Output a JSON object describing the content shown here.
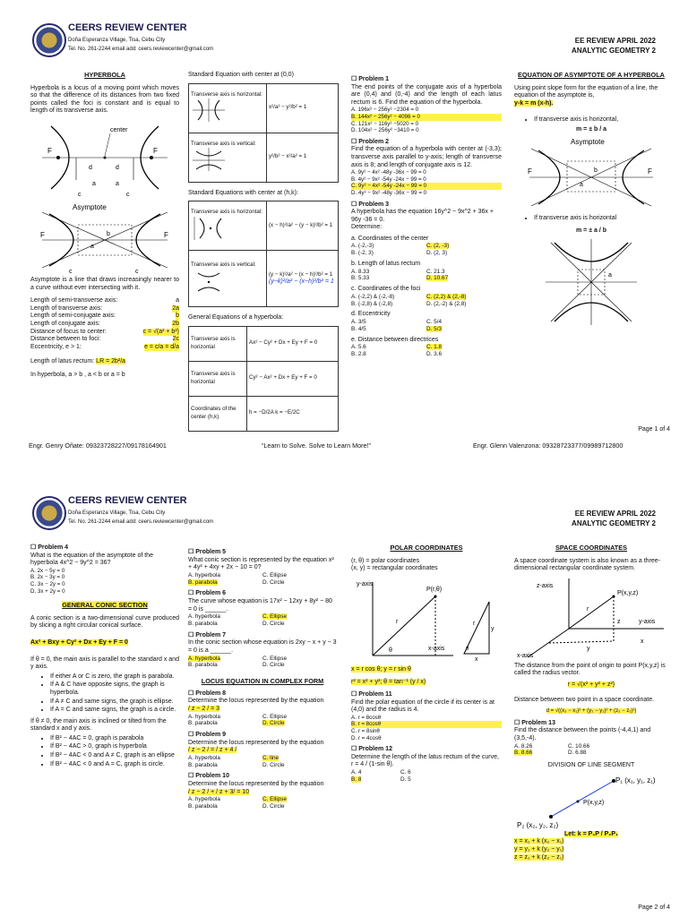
{
  "header": {
    "org": "CEERS REVIEW CENTER",
    "address": "Doña Esperanza Village, Tisa, Cebu City",
    "contact": "Tel. No. 261-2244       email add: ceers.reviewcenter@gmail.com",
    "review_title": "EE REVIEW APRIL 2022",
    "subject_title": "ANALYTIC GEOMETRY 2"
  },
  "footer": {
    "left": "Engr. Genry Oñate: 09323728227/09178164901",
    "middle": "“Learn to Solve. Solve to Learn More!”",
    "right": "Engr. Glenn Valenzona: 09328723377/09989712800",
    "page1": "Page 1 of 4",
    "page2": "Page 2 of 4"
  },
  "p1": {
    "hyperbola_title": "HYPERBOLA",
    "hyperbola_def": "Hyperbola is a locus of a moving point which moves so that the difference of its distances from two fixed points called the foci is constant and is equal to length of its transverse axis.",
    "center_label": "center",
    "asymptote_label": "Asymptote",
    "asymptote_def": "Asymptote is a line that draws increasingly nearer to a curve without ever intersecting with it.",
    "props": [
      {
        "k": "Length of semi-transverse axis:",
        "v": "a"
      },
      {
        "k": "Length of transverse axis:",
        "v": "2a"
      },
      {
        "k": "Length of semi-conjugate axis:",
        "v": "b"
      },
      {
        "k": "Length of conjugate axis:",
        "v": "2b"
      },
      {
        "k": "Distance of focus to center:",
        "v": "c = √(a² + b²)"
      },
      {
        "k": "Distance between to foci:",
        "v": "2c"
      },
      {
        "k": "Eccentricity, e > 1:",
        "v": "e = c/a = d/a"
      }
    ],
    "latus_label": "Length of latus rectum:",
    "latus_formula": "LR = 2b²/a",
    "ineq": "In hyperbola, a > b , a < b or a = b",
    "std_center_title": "Standard Equation with center at (0,0)",
    "horiz_label": "Transverse axis is horizontal:",
    "vert_label": "Transverse axis is vertical:",
    "eq1": "x²/a² − y²/b² = 1",
    "eq2": "y²/b² − x²/a² = 1",
    "std_hk_title": "Standard Equations with center at (h,k):",
    "eq3": "(x − h)²/a² − (y − k)²/b² = 1",
    "eq4": "(y − k)²/a² − (x − h)²/b² = 1",
    "handwritten": "(y−k)²/a² − (x−h)²/b² = 1",
    "general_title": "General Equations of a hyperbola:",
    "gen_rows": [
      {
        "k": "Transverse axis is horizontal",
        "v": "Ax² − Cy² + Dx + Ey + F = 0"
      },
      {
        "k": "Transverse axis is horizontal",
        "v": "Cy² − Ax² + Dx + Ey + F = 0"
      },
      {
        "k": "Coordinates of the center (h,k)",
        "v": "h = −D/2A      k = −E/2C"
      }
    ],
    "prob1": {
      "title": "Problem 1",
      "text": "The end points of the conjugate axis of a hyperbola are (0,4) and (0,-4) and the length of each latus rectum is 6. Find the equation of the hyperbola.",
      "opts": [
        "A. 196x² − 256y² −2304 = 0",
        "B. 144x² − 256y² − 4096 = 0",
        "C. 121x² − 116y² −5020 = 0",
        "D. 104x² − 256y² −3410 = 0"
      ]
    },
    "prob2": {
      "title": "Problem 2",
      "text": "Find the equation of a hyperbola with center at (-3,3); transverse axis parallel to y-axis; length of transverse axis is 8; and length of conjugate axis is 12.",
      "opts": [
        "A. 9y² − 4x² -48y -36x − 99 = 0",
        "B. 4y² − 9x² -54y -24x − 99 = 0",
        "C. 9y² − 4x² -54y -24x − 99 = 0",
        "D. 4y² − 9x² -48y -36x − 99 = 0"
      ]
    },
    "prob3": {
      "title": "Problem 3",
      "text": "A hyperbola has the equation 16y^2 − 9x^2 + 36x + 96y -36 = 0.",
      "determine": "Determine:",
      "a_label": "a. Coordinates of the center",
      "a_opts": [
        "A. (-2,-3)",
        "C. (2, -3)",
        "B. (-2, 3)",
        "D. (2, 3)"
      ],
      "b_label": "b. Length of latus rectum",
      "b_opts": [
        "A. 8.33",
        "C. 21.3",
        "B. 5.33",
        "D. 10.67"
      ],
      "c_label": "c. Coordinates of the foci",
      "c_opts": [
        "A. (-2,2) & (-2,-8)",
        "C. (2,2) & (2,-8)",
        "B. (-2,8) & (-2,8)",
        "D. (2,-2) & (2,8)"
      ],
      "d_label": "d. Eccentricity",
      "d_opts": [
        "A. 3/5",
        "C. 5/4",
        "B. 4/5",
        "D. 5/3"
      ],
      "e_label": "e. Distance between directrices",
      "e_opts": [
        "A. 5.6",
        "C. 1.8",
        "B. 2.8",
        "D. 3.6"
      ]
    },
    "asym_title": "EQUATION OF ASYMPTOTE OF A HYPERBOLA",
    "asym_text": "Using point slope form for the equation of a line, the equation of the asymptote is,",
    "asym_eq": "y-k = m (x-h).",
    "bullet_h": "If transverse axis is horizontal,",
    "m_h": "m = ± b / a",
    "bullet_v": "If transverse axis is horizontal",
    "m_v": "m = ± a / b"
  },
  "p2": {
    "prob4": {
      "title": "Problem 4",
      "text": "What is the equation of the asymptote of the hyperbola 4x^2 − 9y^2 = 36?",
      "opts": [
        "A. 2x − 5y = 0",
        "B. 2x − 3y = 0",
        "C. 3x − 2y = 0",
        "D. 3x + 2y = 0"
      ]
    },
    "gcs_title": "GENERAL CONIC SECTION",
    "gcs_def": "A conic section is a two-dimensional curve produced by slicing a right circular conical surface.",
    "gcs_eq": "Ax² + Bxy + Cy² + Dx + Ey + F = 0",
    "theta0": "If θ = 0, the main axis is parallel to the standard x and y axis.",
    "b0_list": [
      "If either A or C is zero, the graph is parabola.",
      "If A & C have opposite signs, the graph is hyperbola.",
      "If A ≠ C and same signs, the graph is ellipse.",
      "If A = C and same signs, the graph is a circle."
    ],
    "thetan": "If θ ≠ 0, the main axis is inclined or tilted from the standard x and y axis.",
    "bn_list": [
      "If B² − 4AC = 0, graph is parabola",
      "If B² − 4AC > 0, graph is hyperbola",
      "If B² − 4AC < 0 and A ≠ C, graph is an ellipse",
      "If B² − 4AC < 0 and A = C, graph is circle."
    ],
    "prob5": {
      "title": "Problem 5",
      "text": "What conic section is represented by the equation x² + 4y² + 4xy + 2x − 10 = 0?",
      "opts": [
        "A. hyperbola",
        "C. Ellipse",
        "B. parabola",
        "D. Circle"
      ]
    },
    "prob6": {
      "title": "Problem 6",
      "text": "The curve whose equation is 17x² − 12xy + 8y² − 80 = 0 is ______.",
      "opts": [
        "A. hyperbola",
        "C. Ellipse",
        "B. parabola",
        "D. Circle"
      ]
    },
    "prob7": {
      "title": "Problem 7",
      "text": "In the conic section whose equation is 2xy − x + y − 3 = 0 is a ______.",
      "opts": [
        "A. hyperbola",
        "C. Ellipse",
        "B. parabola",
        "D. Circle"
      ]
    },
    "locus_title": "LOCUS EQUATION IN COMPLEX FORM",
    "prob8": {
      "title": "Problem 8",
      "text": "Determine the locus represented by the equation",
      "eq": "/ z − 2 / = 3",
      "opts": [
        "A. hyperbola",
        "C. Ellipse",
        "B. parabola",
        "D. Circle"
      ]
    },
    "prob9": {
      "title": "Problem 9",
      "text": "Determine the locus represented by the equation",
      "eq": "/ z − 2 / = / z + 4 /",
      "opts": [
        "A. hyperbola",
        "C. line",
        "B. parabola",
        "D. Circle"
      ]
    },
    "prob10": {
      "title": "Problem 10",
      "text": "Determine the locus represented by the equation",
      "eq": "/ z − 2 / + / z + 3/ = 10",
      "opts": [
        "A. hyperbola",
        "C. Ellipse",
        "B. parabola",
        "D. Circle"
      ]
    },
    "polar_title": "POLAR COORDINATES",
    "polar_def1": "(r, θ) = polar coordinates",
    "polar_def2": "(x, y) = rectangular coordinates",
    "polar_conv1": "x = r cos θ; y = r sin θ",
    "polar_conv2": "r² = x² + y²; θ = tan⁻¹ (y / x)",
    "polar_point": "P(r,θ)",
    "yaxis": "y-axis",
    "xaxis": "x-axis",
    "prob11": {
      "title": "Problem 11",
      "text": "Find the polar equation of the circle if its center is at (4,0) and the radius is 4.",
      "opts": [
        "A. r = 8cosθ",
        "B. r = 8cosθ",
        "C. r = 8sinθ",
        "D. r = 4cosθ"
      ]
    },
    "prob12": {
      "title": "Problem 12",
      "text": "Determine the length of the latus rectum of the curve, r = 4 / (1-sin θ).",
      "opts": [
        "A. 4",
        "C. 6",
        "B. 8",
        "D. 5"
      ]
    },
    "space_title": "SPACE COORDINATES",
    "space_def": "A space coordinate system is also known as a three-dimensional rectangular coordinate system.",
    "space_point": "P(x,y,z)",
    "zaxis": "z-axis",
    "radius_text": "The distance from the point of origin to point P(x,y,z) is called the radius vector.",
    "radius_eq": "r = √(x² + y² + z²)",
    "dist_text": "Distance between two point in a space coordinate.",
    "dist_eq": "d = √((x₂ − x₁)² + (y₂ − y₁)² + (z₂ − z₁)²)",
    "prob13": {
      "title": "Problem 13",
      "text": "Find the distance between the points (-4,4,1) and (3,5,-4).",
      "opts": [
        "A. 8.26",
        "C. 10.66",
        "B. 8.66",
        "D. 6.88"
      ]
    },
    "division_title": "DIVISION OF LINE SEGMENT",
    "p1_label": "P₁ (x₁, y₁, z₁)",
    "p2_label": "P₂ (x₂, y₂, z₂)",
    "p_label": "P(x,y,z)",
    "let_k": "Let: k = P₁P / P₂P₁",
    "div_eqs": [
      "x = x₁ + k (x₂ − x₁)",
      "y = y₁ + k (y₂ − y₁)",
      "z = z₁ + k (z₂ − z₁)"
    ]
  }
}
